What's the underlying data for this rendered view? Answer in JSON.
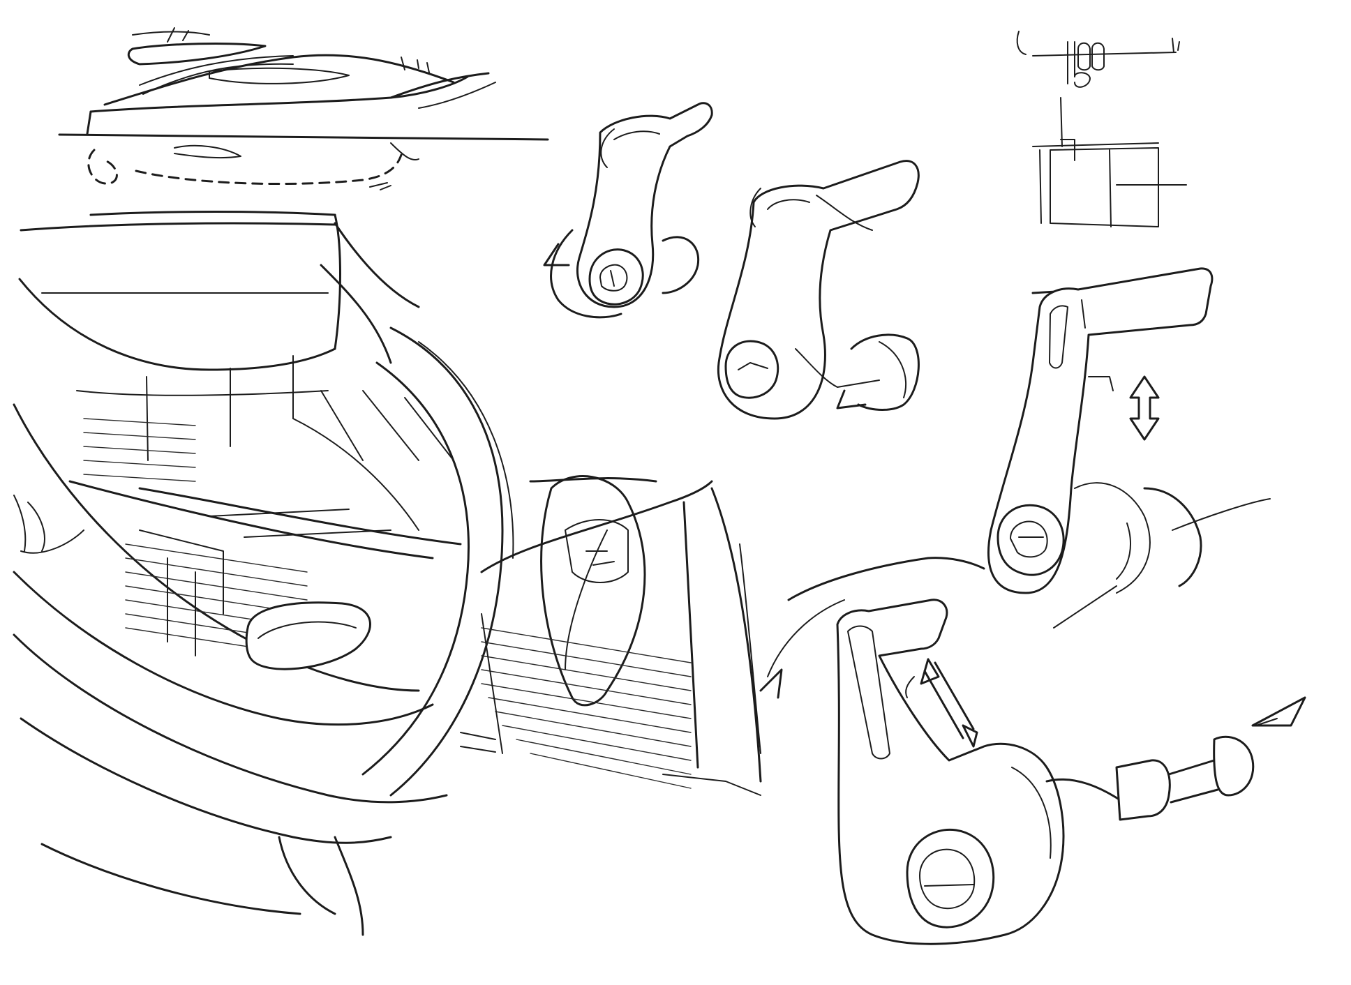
{
  "sheet": {
    "paper_color": "#ffffff",
    "ink_color": "#1c1c1c",
    "sketches": [
      "yacht-side-profile",
      "aft-deck-perspective",
      "crank-handle-study-1",
      "crank-handle-study-2",
      "crank-handle-study-3",
      "crank-handle-study-4",
      "orthographic-detail"
    ]
  }
}
